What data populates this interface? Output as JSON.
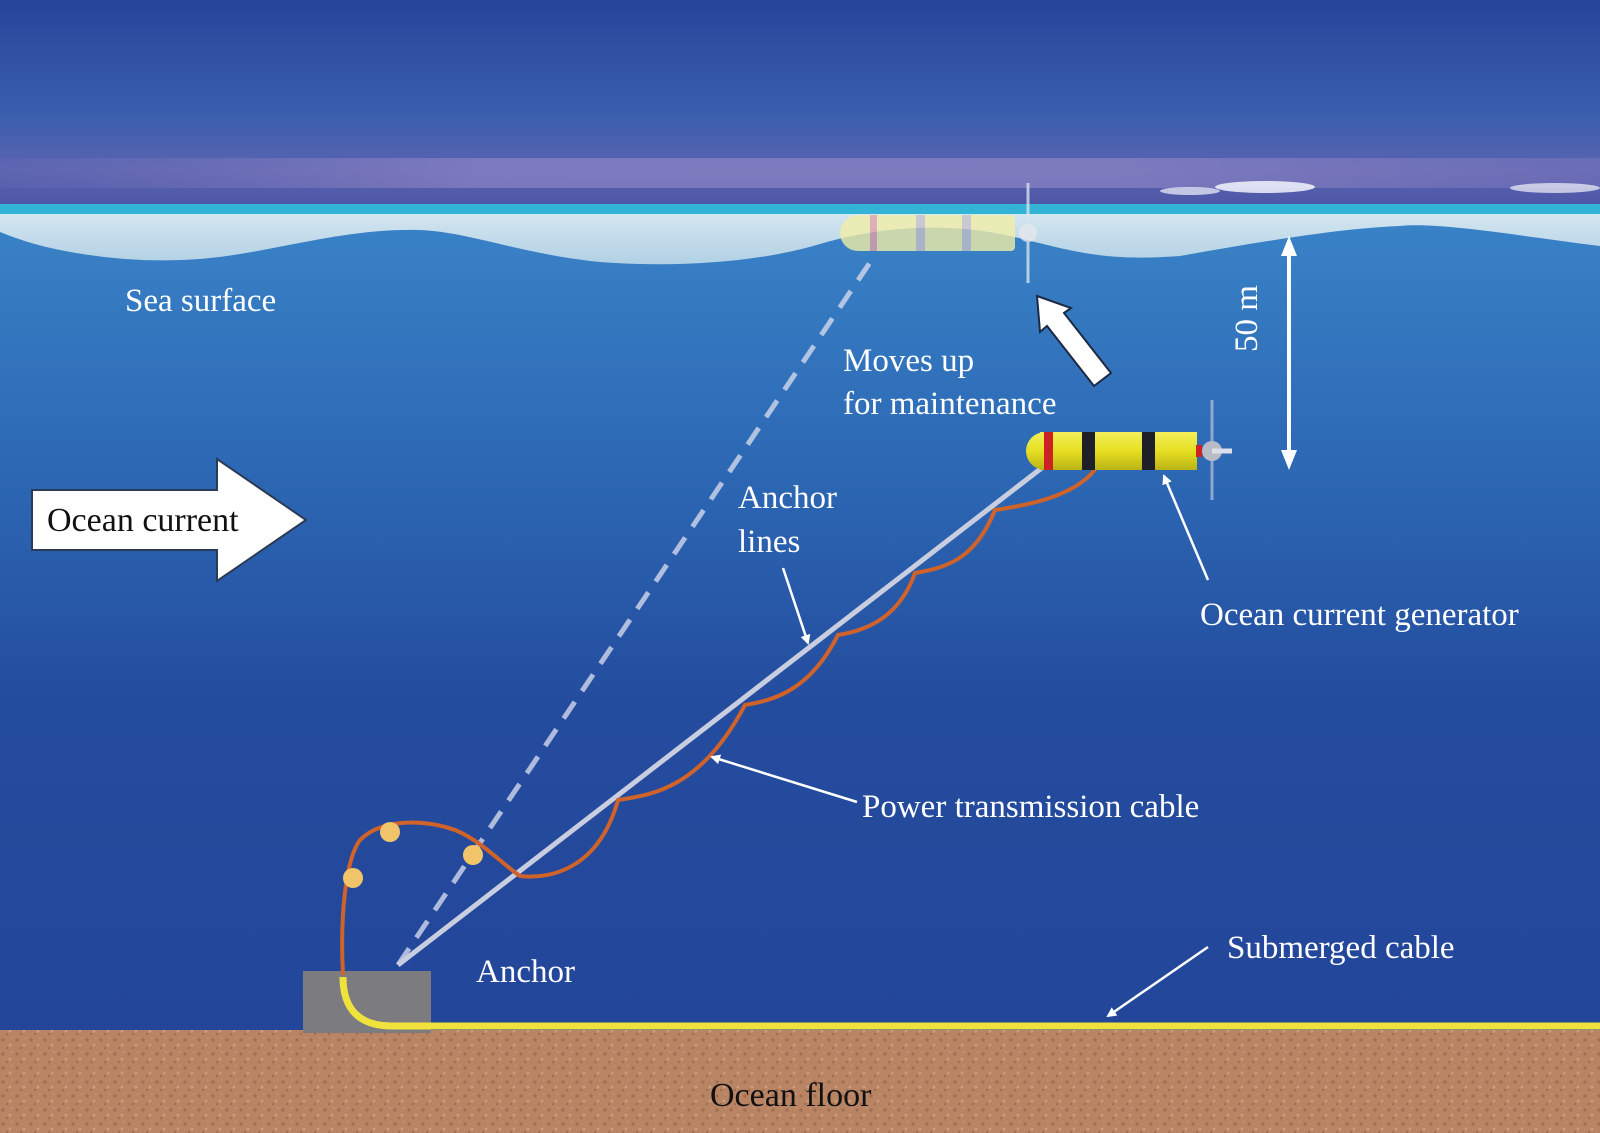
{
  "diagram": {
    "labels": {
      "sea_surface": "Sea surface",
      "ocean_current": "Ocean current",
      "moves_up_line1": "Moves up",
      "moves_up_line2": "for maintenance",
      "depth": "50 m",
      "anchor_lines_line1": "Anchor",
      "anchor_lines_line2": "lines",
      "ocean_current_generator": "Ocean current generator",
      "power_transmission_cable": "Power transmission cable",
      "submerged_cable": "Submerged cable",
      "anchor": "Anchor",
      "ocean_floor": "Ocean floor"
    },
    "colors": {
      "sky_top": "#27469c",
      "sky_haze": "#9a8cc6",
      "horizon_cyan": "#2fb6d6",
      "foam": "#d4e7ef",
      "water_upper": "#3a80c6",
      "water_lower": "#24479a",
      "seabed": "#b98463",
      "anchor_block": "#7c7c80",
      "generator_body": "#e8e22a",
      "generator_band": "#1f1f27",
      "generator_nose_band": "#cc2222",
      "power_cable": "#d0632a",
      "submerged_cable": "#efe23c",
      "anchor_line": "#c9cde0",
      "float": "#f2c46a"
    }
  }
}
